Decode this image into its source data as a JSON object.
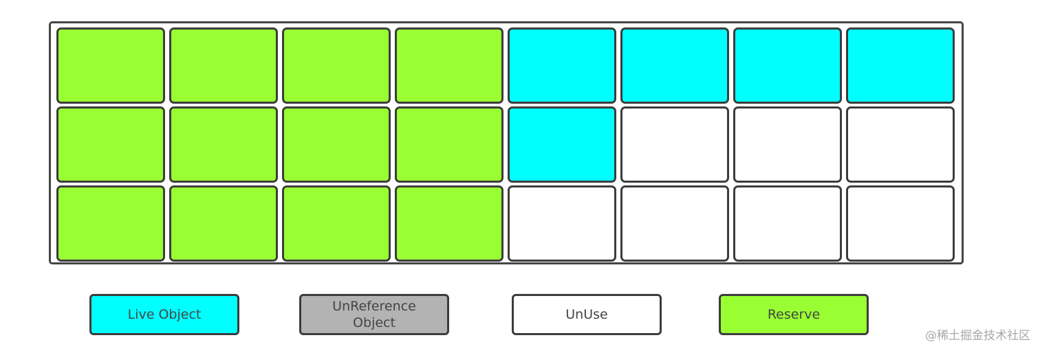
{
  "colors": {
    "live": "#00ffff",
    "unreference": "#b3b3b3",
    "unuse": "#ffffff",
    "reserve": "#99ff33"
  },
  "grid": {
    "rows": [
      [
        "reserve",
        "reserve",
        "reserve",
        "reserve",
        "live",
        "live",
        "live",
        "live"
      ],
      [
        "reserve",
        "reserve",
        "reserve",
        "reserve",
        "live",
        "unuse",
        "unuse",
        "unuse"
      ],
      [
        "reserve",
        "reserve",
        "reserve",
        "reserve",
        "unuse",
        "unuse",
        "unuse",
        "unuse"
      ]
    ]
  },
  "legend": [
    {
      "key": "live",
      "label": "Live Object"
    },
    {
      "key": "unreference",
      "label": "UnReference\nObject"
    },
    {
      "key": "unuse",
      "label": "UnUse"
    },
    {
      "key": "reserve",
      "label": "Reserve"
    }
  ],
  "watermark": "@稀土掘金技术社区"
}
